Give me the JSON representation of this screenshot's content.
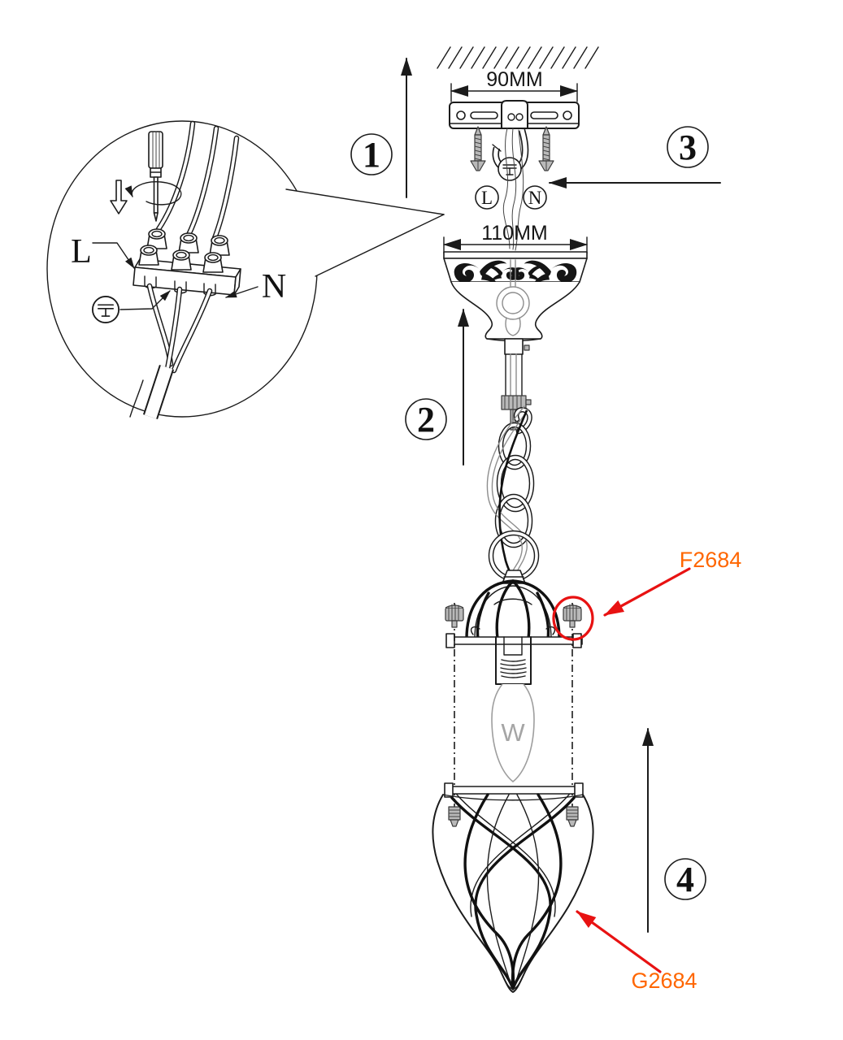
{
  "diagram": {
    "kind": "pendant-lamp-installation-diagram",
    "labels": {
      "dim_bracket": "90MM",
      "dim_canopy": "110MM",
      "wire_live": "L",
      "wire_neutral": "N",
      "detail_live": "L",
      "detail_neutral": "N",
      "bulb_mark": "W"
    },
    "steps": {
      "one": "1",
      "two": "2",
      "three": "3",
      "four": "4"
    },
    "parts": {
      "frame_code": "F2684",
      "glass_code": "G2684"
    },
    "icons": {
      "ground": "earth-ground-symbol",
      "screw": "mounting-screw",
      "thumbscrew": "thumb-screw",
      "hook": "ceiling-hook",
      "screwdriver": "screwdriver"
    },
    "colors": {
      "line": "#1b1b1b",
      "part_label_orange": "#ff6600",
      "pointer_red": "#e81212",
      "hardware_gray": "#b9b9b9",
      "glass_gray": "#a5a5a5"
    }
  }
}
